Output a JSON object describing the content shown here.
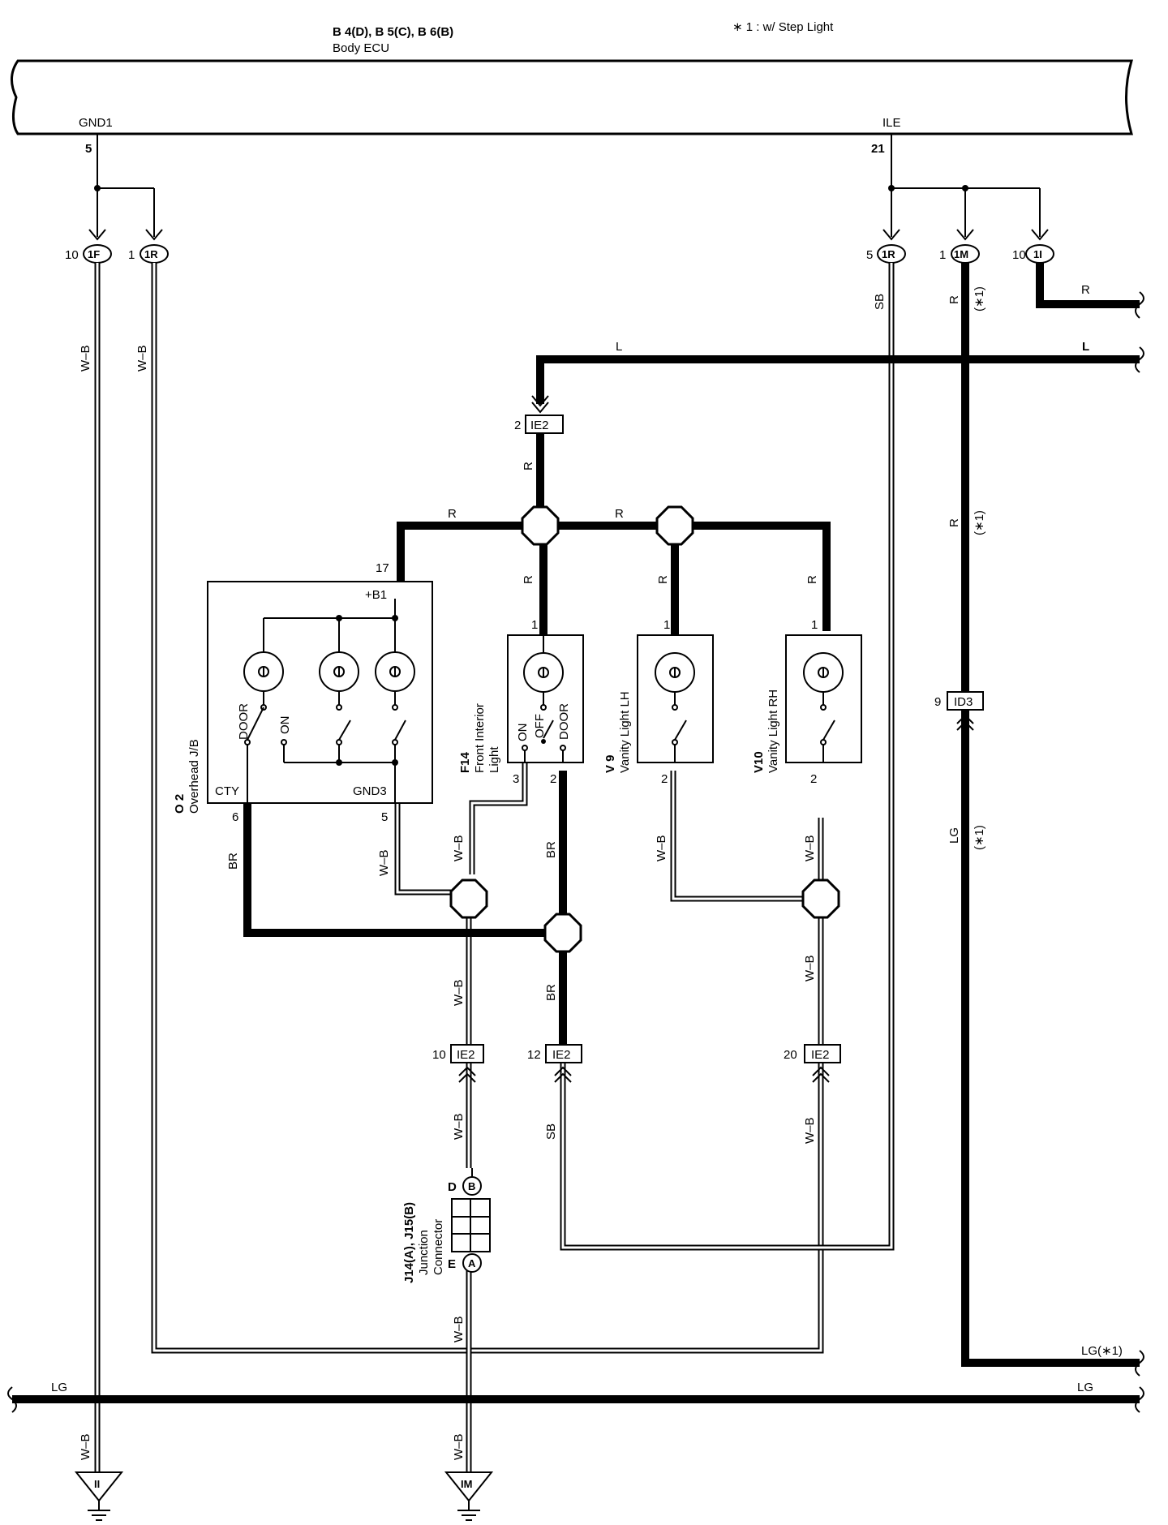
{
  "ecu": {
    "connectors": "B 4(D), B 5(C), B 6(B)",
    "name": "Body ECU",
    "gnd_terminal": "GND1",
    "gnd_pin": "5",
    "ile_terminal": "ILE",
    "ile_pin": "21"
  },
  "note": "∗ 1 : w/ Step Light",
  "junctions": {
    "j_1f": {
      "pin": "10",
      "name": "1F"
    },
    "j_1r_left": {
      "pin": "1",
      "name": "1R"
    },
    "j_1r_right": {
      "pin": "5",
      "name": "1R"
    },
    "j_1m": {
      "pin": "1",
      "name": "1M"
    },
    "j_1i": {
      "pin": "10",
      "name": "1I"
    }
  },
  "connectors": {
    "ie2_top": {
      "pin": "2",
      "name": "IE2"
    },
    "ie2_a": {
      "pin": "10",
      "name": "IE2"
    },
    "ie2_b": {
      "pin": "12",
      "name": "IE2"
    },
    "ie2_c": {
      "pin": "20",
      "name": "IE2"
    },
    "id3": {
      "pin": "9",
      "name": "ID3"
    }
  },
  "wires": {
    "wb": "W–B",
    "r": "R",
    "l": "L",
    "sb": "SB",
    "lg": "LG",
    "br": "BR",
    "star1": "(∗1)",
    "lg_star1": "LG(∗1)"
  },
  "overhead": {
    "code": "O 2",
    "name": "Overhead J/B",
    "b1": "+B1",
    "cty": "CTY",
    "gnd3": "GND3",
    "door": "DOOR",
    "on": "ON",
    "pin17": "17",
    "pin6": "6",
    "pin5": "5"
  },
  "front_light": {
    "code": "F14",
    "name1": "Front Interior",
    "name2": "Light",
    "on": "ON",
    "off": "OFF",
    "door": "DOOR",
    "pin1": "1",
    "pin3": "3",
    "pin2": "2"
  },
  "vanity_lh": {
    "code": "V 9",
    "name": "Vanity Light LH",
    "pin1": "1",
    "pin2": "2"
  },
  "vanity_rh": {
    "code": "V10",
    "name": "Vanity Light RH",
    "pin1": "1",
    "pin2": "2"
  },
  "junction_connector": {
    "code": "J14(A), J15(B)",
    "name1": "Junction",
    "name2": "Connector",
    "pin_d": "D",
    "pin_e": "E",
    "b": "B",
    "a": "A"
  },
  "grounds": {
    "left": "II",
    "right": "IM"
  }
}
